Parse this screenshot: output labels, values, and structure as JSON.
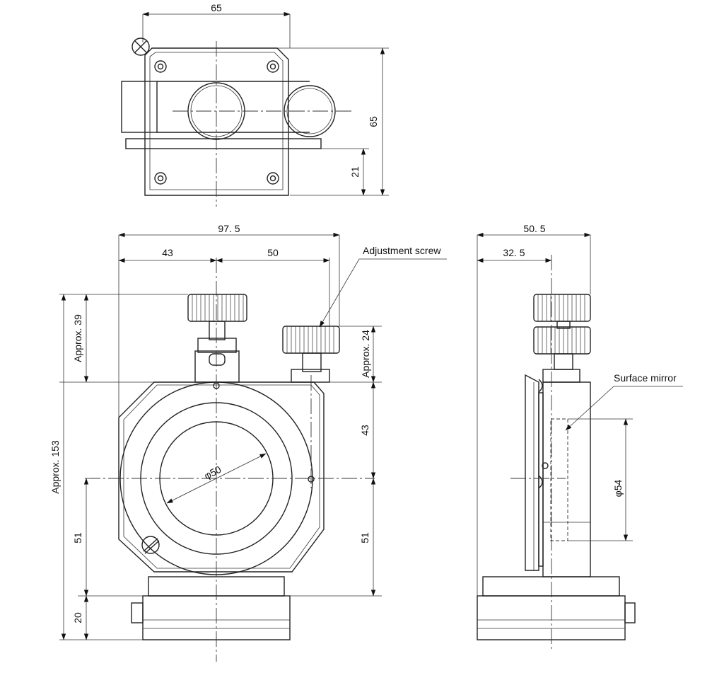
{
  "dimensions": {
    "top_width": "65",
    "top_height": "65",
    "top_offset": "21",
    "front_width": "97. 5",
    "front_left": "43",
    "front_right": "50",
    "approx_39": "Approx. 39",
    "approx_24": "Approx. 24",
    "approx_153": "Approx. 153",
    "right_43": "43",
    "right_51": "51",
    "left_51": "51",
    "left_20": "20",
    "aperture": "φ50",
    "side_width": "50. 5",
    "side_offset": "32. 5",
    "mirror_diameter": "φ54"
  },
  "callouts": {
    "adjustment_screw": "Adjustment screw",
    "surface_mirror": "Surface mirror"
  }
}
